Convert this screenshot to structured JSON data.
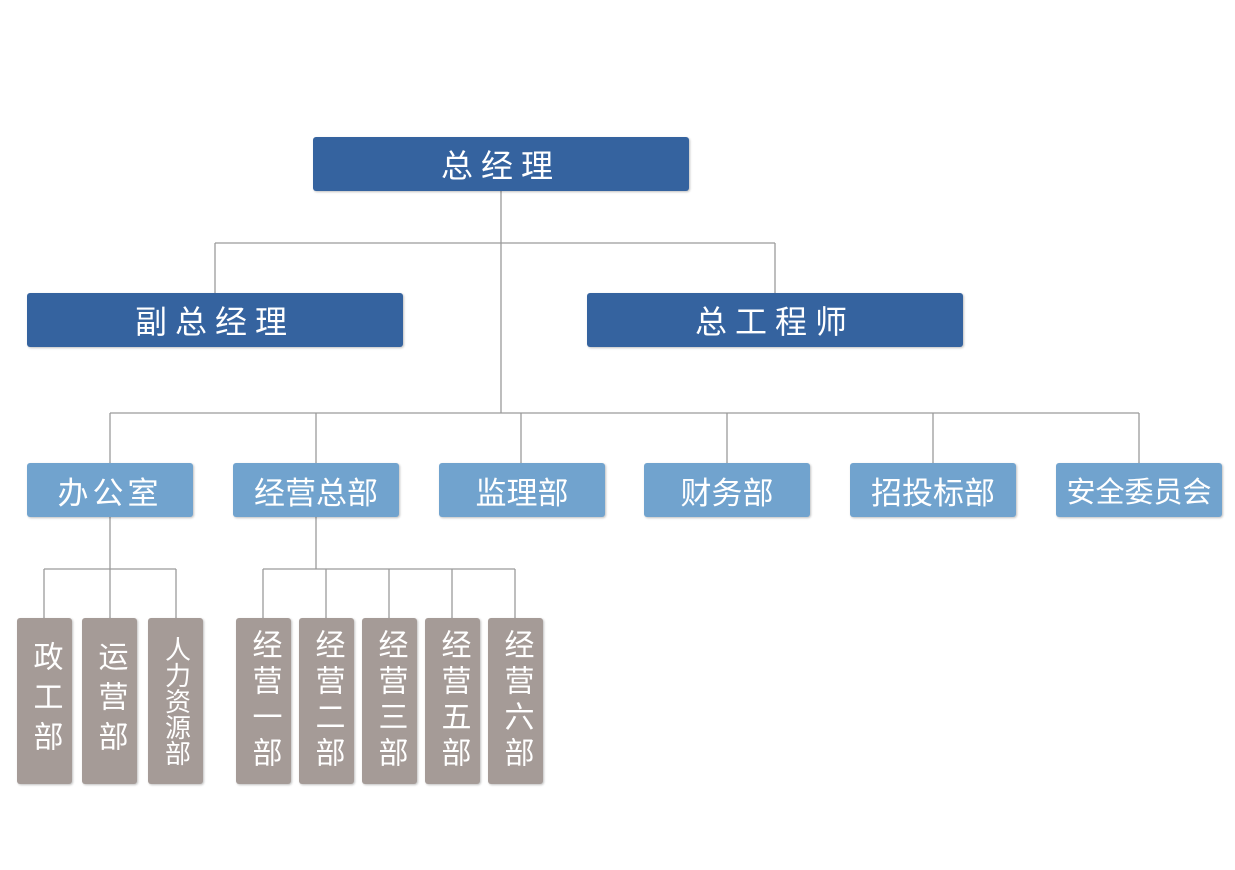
{
  "title_node": "总经理",
  "level2": [
    "副总经理",
    "总工程师"
  ],
  "departments": [
    "办公室",
    "经营总部",
    "监理部",
    "财务部",
    "招投标部",
    "安全委员会"
  ],
  "office_subunits": [
    "政工部",
    "运营部",
    "人力资源部"
  ],
  "business_subunits": [
    "经营一部",
    "经营二部",
    "经营三部",
    "经营五部",
    "经营六部"
  ],
  "colors": {
    "top": "#35639f",
    "department": "#71a3ce",
    "subunit": "#a59b97",
    "connector": "#9a9a9a"
  }
}
